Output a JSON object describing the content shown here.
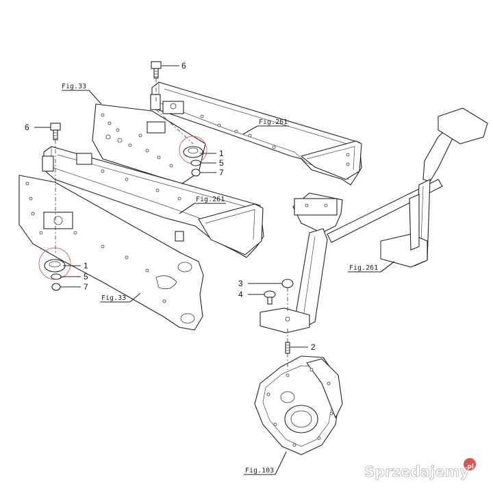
{
  "figure_refs": {
    "fig33_upper": "Fig.33",
    "fig33_lower": "Fig.33",
    "fig261_upper": "Fig.261",
    "fig261_middle": "Fig.261",
    "fig261_right": "Fig.261",
    "fig103": "Fig.103"
  },
  "callouts": {
    "bolt_top": "6",
    "bolt_left": "6",
    "mount_upper": "1",
    "washer_upper": "5",
    "nut_upper": "7",
    "mount_lower": "1",
    "washer_lower": "5",
    "nut_lower": "7",
    "nut_gearbox": "3",
    "bolt_gearbox": "4",
    "stud_gearbox": "2"
  },
  "watermark": {
    "brand": "Sprzedajemy",
    "tld": ".pl"
  },
  "colors": {
    "line": "#222222",
    "highlight_circle": "#d46a6a",
    "watermark_badge": "#d9534f"
  }
}
